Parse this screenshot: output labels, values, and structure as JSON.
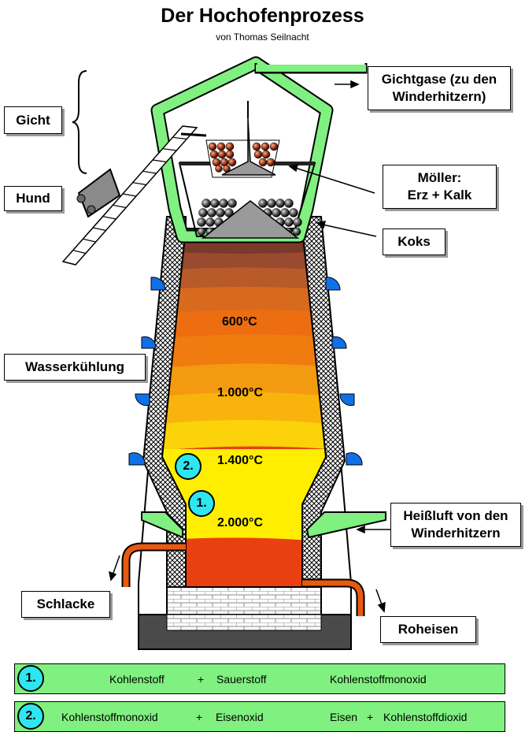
{
  "title": "Der Hochofenprozess",
  "subtitle": "von Thomas Seilnacht",
  "labels": {
    "gicht": "Gicht",
    "hund": "Hund",
    "gichtgase_line1": "Gichtgase (zu den",
    "gichtgase_line2": "Winderhitzern)",
    "moeller_line1": "Möller:",
    "moeller_line2": "Erz + Kalk",
    "koks": "Koks",
    "wasserkuehlung": "Wasserkühlung",
    "heissluft_line1": "Heißluft von den",
    "heissluft_line2": "Winderhitzern",
    "schlacke": "Schlacke",
    "roheisen": "Roheisen"
  },
  "temperatures": [
    "600°C",
    "1.000°C",
    "1.400°C",
    "2.000°C"
  ],
  "markers": {
    "one": "1.",
    "two": "2."
  },
  "equations": [
    {
      "num": "1.",
      "a": "Kohlenstoff",
      "op": "+",
      "b": "Sauerstoff",
      "product": "Kohlenstoffmonoxid"
    },
    {
      "num": "2.",
      "a": "Kohlenstoffmonoxid",
      "op": "+",
      "b": "Eisenoxid",
      "product": "Eisen",
      "op2": "+",
      "product2": "Kohlenstoffdioxid"
    }
  ],
  "colors": {
    "green_pipe": "#80f080",
    "cyan_marker": "#2ee6f0",
    "cooling_blue": "#1070e8",
    "slag_pipe": "#e85a10",
    "hearth_dark": "#4a4a4a",
    "layer_top": "#7a3a2a",
    "layer_hot": "#ffee00",
    "molten": "#e84010"
  }
}
